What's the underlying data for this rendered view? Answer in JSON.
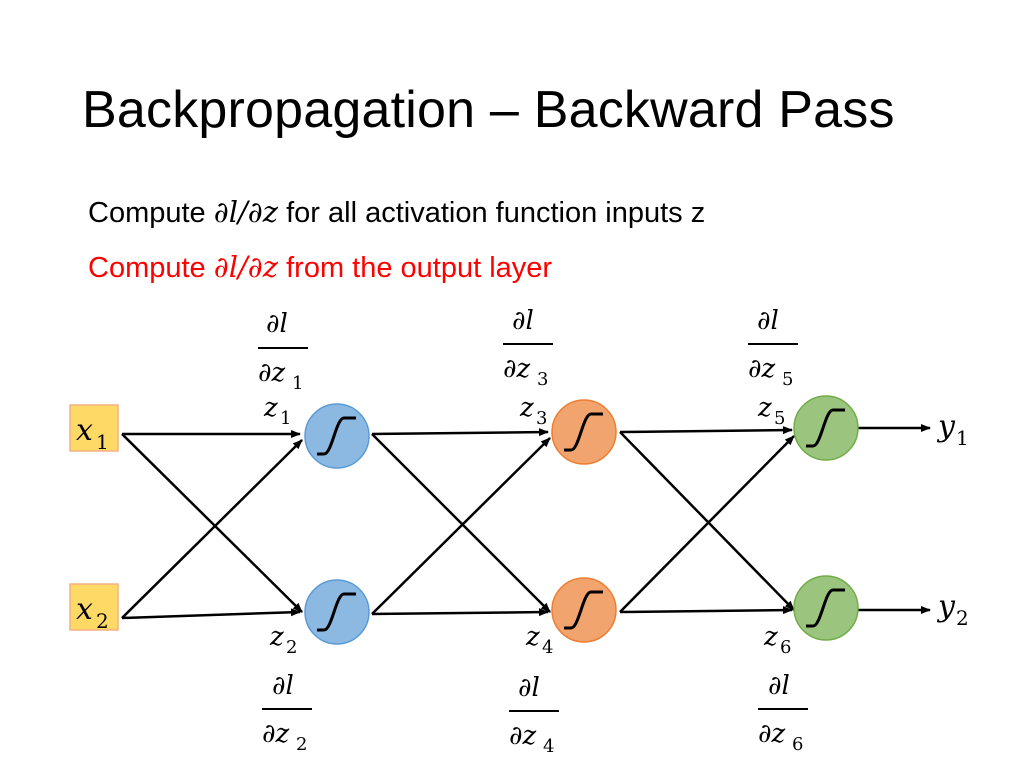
{
  "slide": {
    "title": "Backpropagation – Backward Pass",
    "bullet1": {
      "prefix": "Compute ",
      "math": "∂l/∂z",
      "suffix": " for all activation function inputs z"
    },
    "bullet2": {
      "prefix": "Compute ",
      "math": "∂l/∂z",
      "suffix": " from the output layer"
    }
  },
  "network": {
    "inputs": [
      {
        "var": "x",
        "sub": "1"
      },
      {
        "var": "x",
        "sub": "2"
      }
    ],
    "outputs": [
      {
        "var": "y",
        "sub": "1"
      },
      {
        "var": "y",
        "sub": "2"
      }
    ],
    "neurons": [
      {
        "var": "z",
        "sub": "1",
        "layer": "hidden-1",
        "color": "#5b9bd5"
      },
      {
        "var": "z",
        "sub": "2",
        "layer": "hidden-1",
        "color": "#5b9bd5"
      },
      {
        "var": "z",
        "sub": "3",
        "layer": "hidden-2",
        "color": "#ed7d31"
      },
      {
        "var": "z",
        "sub": "4",
        "layer": "hidden-2",
        "color": "#ed7d31"
      },
      {
        "var": "z",
        "sub": "5",
        "layer": "output",
        "color": "#70ad47"
      },
      {
        "var": "z",
        "sub": "6",
        "layer": "output",
        "color": "#70ad47"
      }
    ],
    "gradients": [
      {
        "num": "∂l",
        "den": "∂z",
        "sub": "1"
      },
      {
        "num": "∂l",
        "den": "∂z",
        "sub": "2"
      },
      {
        "num": "∂l",
        "den": "∂z",
        "sub": "3"
      },
      {
        "num": "∂l",
        "den": "∂z",
        "sub": "4"
      },
      {
        "num": "∂l",
        "den": "∂z",
        "sub": "5"
      },
      {
        "num": "∂l",
        "den": "∂z",
        "sub": "6"
      }
    ],
    "colors": {
      "input_box_fill": "#ffd966",
      "input_box_stroke": "#f4b183",
      "edge": "#000000",
      "highlight_text": "#ff0000"
    }
  }
}
